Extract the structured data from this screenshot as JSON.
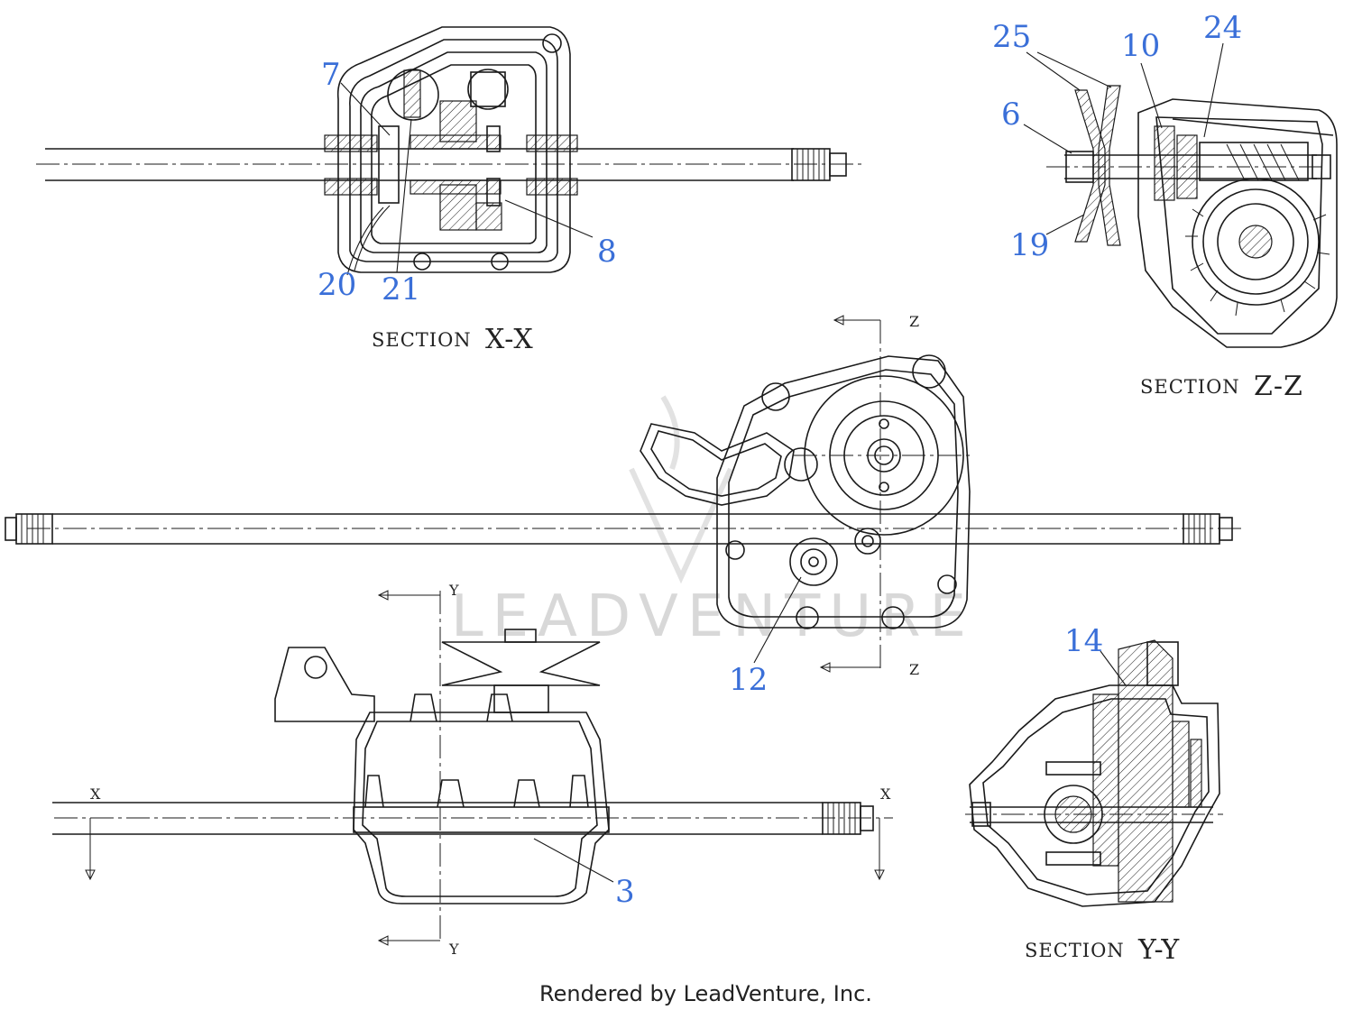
{
  "callouts": [
    {
      "label": "7"
    },
    {
      "label": "20"
    },
    {
      "label": "21"
    },
    {
      "label": "8"
    },
    {
      "label": "25"
    },
    {
      "label": "10"
    },
    {
      "label": "24"
    },
    {
      "label": "6"
    },
    {
      "label": "19"
    },
    {
      "label": "12"
    },
    {
      "label": "14"
    },
    {
      "label": "3"
    }
  ],
  "sections": {
    "xx": {
      "word": "SECTION",
      "id": "X-X"
    },
    "zz": {
      "word": "SECTION",
      "id": "Z-Z"
    },
    "yy": {
      "word": "SECTION",
      "id": "Y-Y"
    }
  },
  "axis_letters": {
    "z": "Z",
    "y": "Y",
    "x": "X"
  },
  "watermark": "LEADVENTURE",
  "footer": "Rendered by LeadVenture, Inc.",
  "colors": {
    "callout": "#3a6fd8",
    "line": "#1a1a1a"
  }
}
